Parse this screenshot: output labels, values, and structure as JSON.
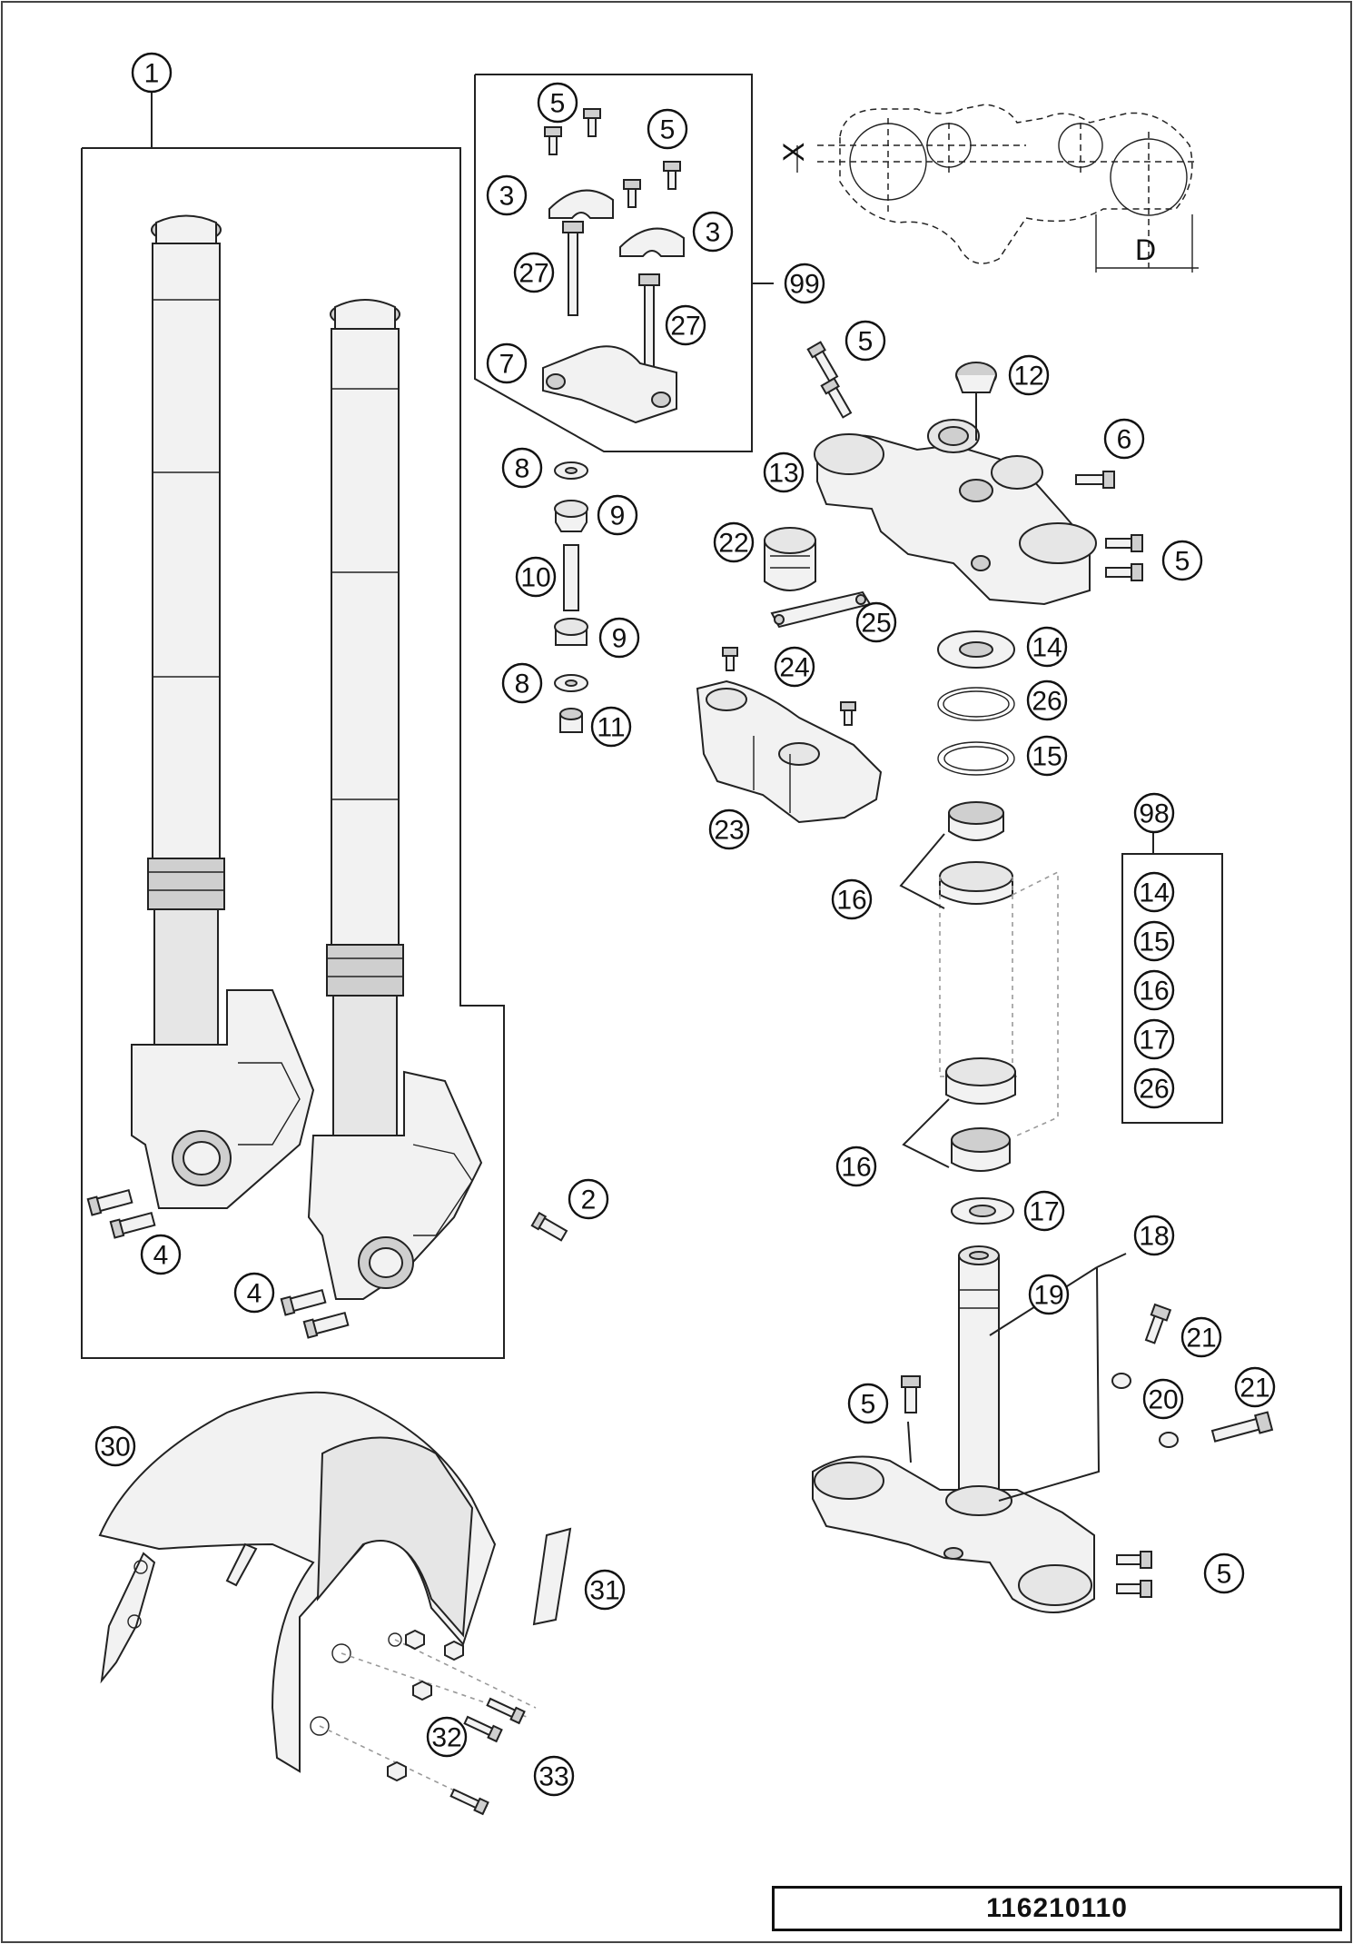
{
  "drawing_number": "116210110",
  "dimension_labels": {
    "x": "X",
    "d": "D"
  },
  "callouts": [
    {
      "id": "c1",
      "label": "1"
    },
    {
      "id": "c99",
      "label": "99"
    },
    {
      "id": "c5a",
      "label": "5"
    },
    {
      "id": "c5b",
      "label": "5"
    },
    {
      "id": "c3a",
      "label": "3"
    },
    {
      "id": "c3b",
      "label": "3"
    },
    {
      "id": "c27a",
      "label": "27"
    },
    {
      "id": "c27b",
      "label": "27"
    },
    {
      "id": "c7",
      "label": "7"
    },
    {
      "id": "c5c",
      "label": "5"
    },
    {
      "id": "c12",
      "label": "12"
    },
    {
      "id": "c6",
      "label": "6"
    },
    {
      "id": "c13",
      "label": "13"
    },
    {
      "id": "c5d",
      "label": "5"
    },
    {
      "id": "c8a",
      "label": "8"
    },
    {
      "id": "c9a",
      "label": "9"
    },
    {
      "id": "c10",
      "label": "10"
    },
    {
      "id": "c9b",
      "label": "9"
    },
    {
      "id": "c8b",
      "label": "8"
    },
    {
      "id": "c11",
      "label": "11"
    },
    {
      "id": "c22",
      "label": "22"
    },
    {
      "id": "c25",
      "label": "25"
    },
    {
      "id": "c24",
      "label": "24"
    },
    {
      "id": "c23",
      "label": "23"
    },
    {
      "id": "c14",
      "label": "14"
    },
    {
      "id": "c26",
      "label": "26"
    },
    {
      "id": "c15",
      "label": "15"
    },
    {
      "id": "c98",
      "label": "98"
    },
    {
      "id": "c14k",
      "label": "14"
    },
    {
      "id": "c15k",
      "label": "15"
    },
    {
      "id": "c16k",
      "label": "16"
    },
    {
      "id": "c17k",
      "label": "17"
    },
    {
      "id": "c26k",
      "label": "26"
    },
    {
      "id": "c16a",
      "label": "16"
    },
    {
      "id": "c16b",
      "label": "16"
    },
    {
      "id": "c17",
      "label": "17"
    },
    {
      "id": "c18",
      "label": "18"
    },
    {
      "id": "c19",
      "label": "19"
    },
    {
      "id": "c21a",
      "label": "21"
    },
    {
      "id": "c20",
      "label": "20"
    },
    {
      "id": "c21b",
      "label": "21"
    },
    {
      "id": "c5e",
      "label": "5"
    },
    {
      "id": "c5f",
      "label": "5"
    },
    {
      "id": "c2",
      "label": "2"
    },
    {
      "id": "c4a",
      "label": "4"
    },
    {
      "id": "c4b",
      "label": "4"
    },
    {
      "id": "c30",
      "label": "30"
    },
    {
      "id": "c31",
      "label": "31"
    },
    {
      "id": "c32",
      "label": "32"
    },
    {
      "id": "c33",
      "label": "33"
    }
  ]
}
